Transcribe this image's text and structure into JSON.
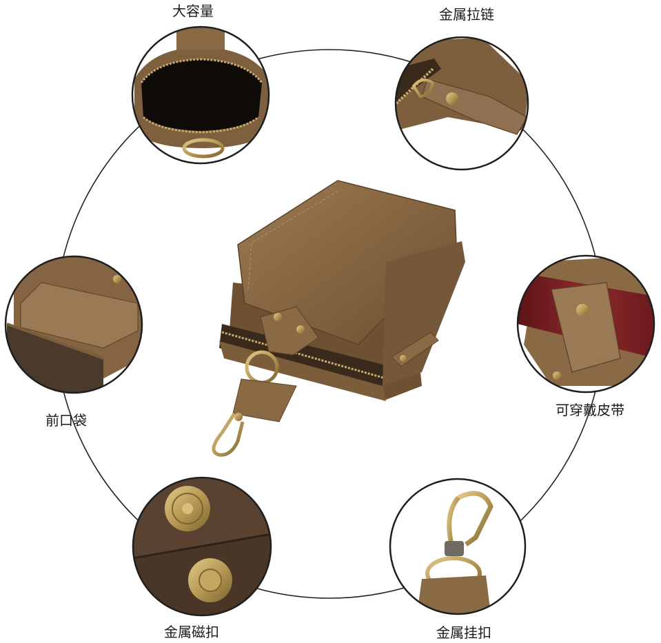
{
  "captions": {
    "capacity": "大容量",
    "metal_zipper": "金属拉链",
    "front_pocket": "前口袋",
    "belt_wearable": "可穿戴皮带",
    "metal_magnetic_button": "金属磁扣",
    "metal_hook": "金属挂扣"
  },
  "colors": {
    "leather": "#8a6a45",
    "leather_dark": "#5e4428",
    "leather_light": "#a58462",
    "brass": "#b89a55",
    "belt_red": "#7a1f22",
    "ring_line": "#222222",
    "background": "#ffffff"
  }
}
